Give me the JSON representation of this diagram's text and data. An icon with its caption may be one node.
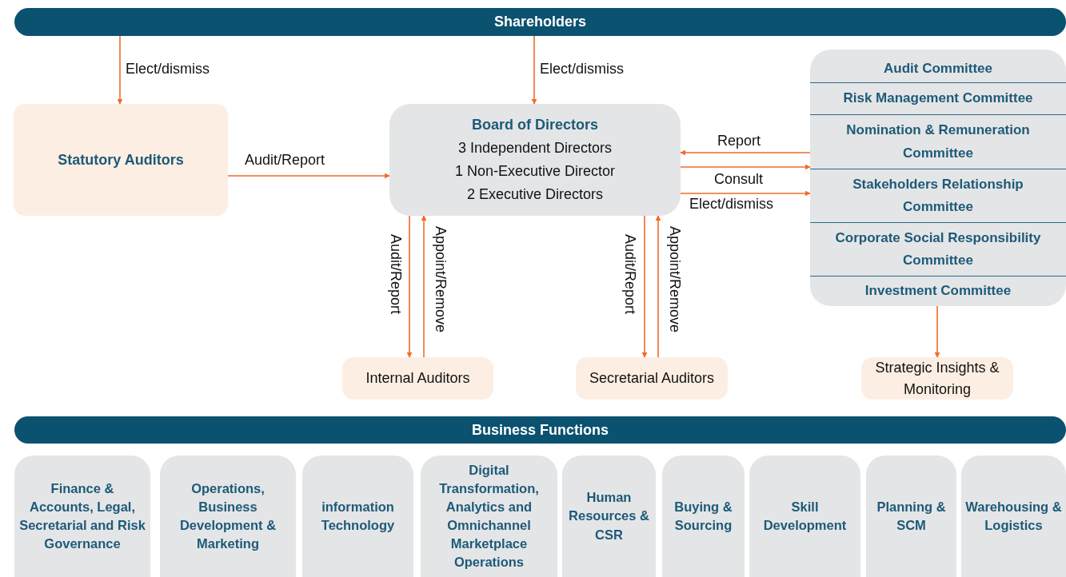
{
  "diagram": {
    "nodes": [
      {
        "text": [
          "Shareholders"
        ]
      },
      {
        "text": [
          "Statutory Auditors"
        ]
      },
      {
        "text": [
          "Board of Directors",
          "3 Independent Directors",
          "1 Non-Executive Director",
          "2 Executive Directors"
        ]
      },
      {
        "text": [],
        "shape": "box"
      },
      {
        "text": [
          "Audit Committee"
        ],
        "in": 3
      },
      {
        "text": [
          "Risk Management Committee"
        ],
        "in": 3
      },
      {
        "text": [
          "Nomination & Remuneration Committee"
        ],
        "in": 3
      },
      {
        "text": [
          "Stakeholders Relationship Committee"
        ],
        "in": 3
      },
      {
        "text": [
          "Corporate Social Responsibility Committee"
        ],
        "in": 3
      },
      {
        "text": [
          "Investment Committee"
        ],
        "in": 3
      },
      {
        "text": [
          "Internal Auditors"
        ]
      },
      {
        "text": [
          "Secretarial Auditors"
        ]
      },
      {
        "text": [
          "Strategic Insights & Monitoring"
        ]
      },
      {
        "text": [
          "Business Functions"
        ]
      },
      {
        "text": [
          "Finance & Accounts, Legal, Secretarial and Risk Governance"
        ]
      },
      {
        "text": [
          "Operations, Business Development & Marketing"
        ]
      },
      {
        "text": [
          "information Technology"
        ]
      },
      {
        "text": [
          "Digital Transformation, Analytics and Omnichannel Marketplace Operations"
        ]
      },
      {
        "text": [
          "Human Resources & CSR"
        ]
      },
      {
        "text": [
          "Buying & Sourcing"
        ]
      },
      {
        "text": [
          "Skill Development"
        ]
      },
      {
        "text": [
          "Planning & SCM"
        ]
      },
      {
        "text": [
          "Warehousing & Logistics"
        ]
      }
    ],
    "edges": [
      {
        "from": 0,
        "to": 1,
        "arrow": "to",
        "label": "Elect/dismiss"
      },
      {
        "from": 0,
        "to": 2,
        "arrow": "to",
        "label": "Elect/dismiss"
      },
      {
        "from": 1,
        "to": 2,
        "arrow": "to",
        "label": "Audit/Report"
      },
      {
        "from": 3,
        "to": 2,
        "arrow": "to",
        "label": "Report"
      },
      {
        "from": 2,
        "to": 3,
        "arrow": "to",
        "label": "Consult"
      },
      {
        "from": 2,
        "to": 3,
        "arrow": "to",
        "label": "Elect/dismiss"
      },
      {
        "from": 2,
        "to": 10,
        "arrow": "to",
        "label": "Audit/Report"
      },
      {
        "from": 10,
        "to": 2,
        "arrow": "to",
        "label": "Appoint/Remove"
      },
      {
        "from": 2,
        "to": 11,
        "arrow": "to",
        "label": "Audit/Report"
      },
      {
        "from": 11,
        "to": 2,
        "arrow": "to",
        "label": "Appoint/Remove"
      },
      {
        "from": 3,
        "to": 12,
        "arrow": "to"
      }
    ]
  }
}
